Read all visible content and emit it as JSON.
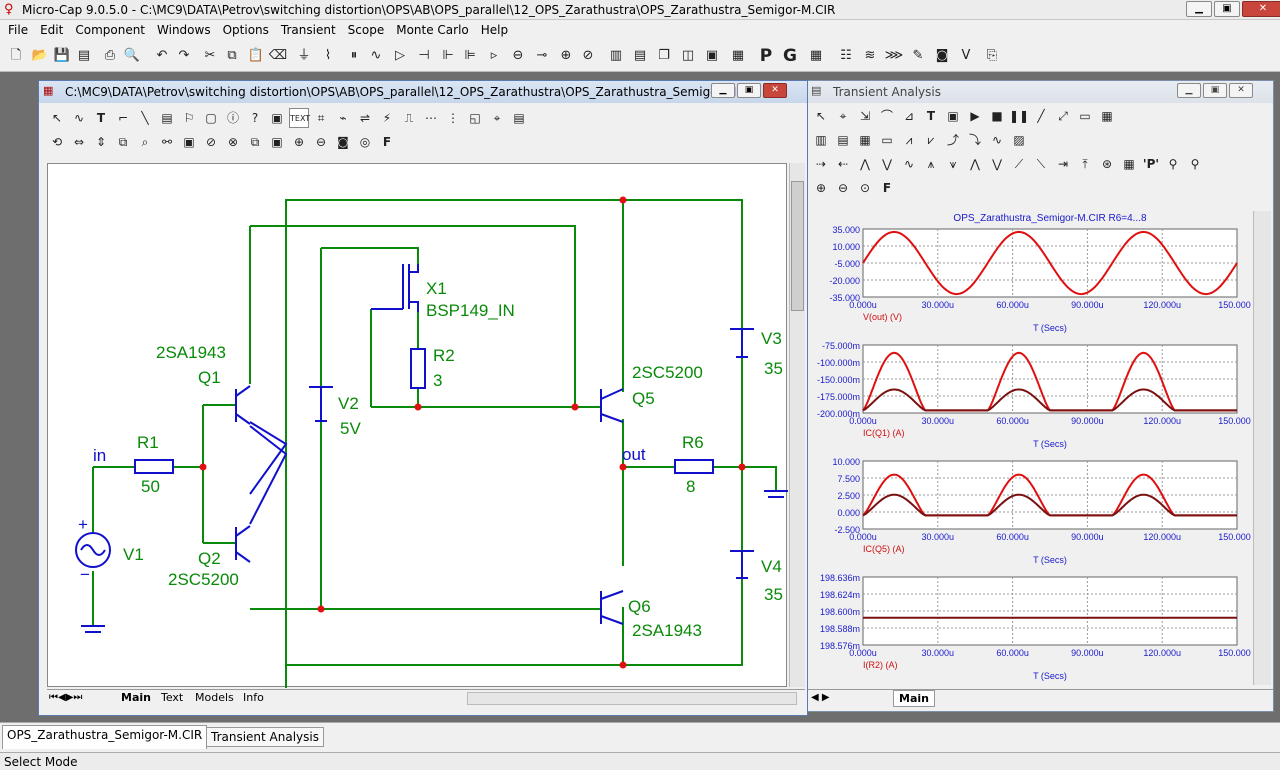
{
  "app": {
    "title": "Micro-Cap 9.0.5.0 - C:\\MC9\\DATA\\Petrov\\switching distortion\\OPS\\AB\\OPS_parallel\\12_OPS_Zarathustra\\OPS_Zarathustra_Semigor-M.CIR"
  },
  "menu": [
    "File",
    "Edit",
    "Component",
    "Windows",
    "Options",
    "Transient",
    "Scope",
    "Monte Carlo",
    "Help"
  ],
  "toolbar": {
    "p_label": "P",
    "g_label": "G"
  },
  "schematic_window": {
    "title": "C:\\MC9\\DATA\\Petrov\\switching distortion\\OPS\\AB\\OPS_parallel\\12_OPS_Zarathustra\\OPS_Zarathustra_Semigor-M.CIR",
    "text_button": "TEXT",
    "tabs": [
      "Main",
      "Text",
      "Models",
      "Info"
    ],
    "components": {
      "in_label": "in",
      "r1_name": "R1",
      "r1_value": "50",
      "v1_name": "V1",
      "q1_model": "2SA1943",
      "q1_name": "Q1",
      "q2_name": "Q2",
      "q2_model": "2SC5200",
      "v2_name": "V2",
      "v2_value": "5V",
      "x1_name": "X1",
      "x1_model": "BSP149_IN",
      "r2_name": "R2",
      "r2_value": "3",
      "q5_model": "2SC5200",
      "q5_name": "Q5",
      "out_label": "out",
      "r6_name": "R6",
      "r6_value": "8",
      "v3_name": "V3",
      "v3_value": "35",
      "v4_name": "V4",
      "v4_value": "35",
      "q6_name": "Q6",
      "q6_model": "2SA1943"
    }
  },
  "analysis_window": {
    "title": "Transient Analysis",
    "tab": "Main",
    "p_button": "'P'"
  },
  "chart_data": [
    {
      "type": "line",
      "title": "OPS_Zarathustra_Semigor-M.CIR R6=4...8",
      "ylabel": "V(out) (V)",
      "xlabel": "T (Secs)",
      "y_ticks": [
        "35.000",
        "10.000",
        "-5.000",
        "-20.000",
        "-35.000"
      ],
      "x_ticks": [
        "0.000u",
        "30.000u",
        "60.000u",
        "90.000u",
        "120.000u",
        "150.000u"
      ],
      "ylim": [
        -35,
        35
      ],
      "xlim": [
        0,
        150
      ],
      "series": [
        {
          "color": "#e01010",
          "shape": "sine",
          "amplitude": 32,
          "period": 50,
          "phase_peak": 12.5
        }
      ]
    },
    {
      "type": "line",
      "ylabel": "IC(Q1) (A)",
      "xlabel": "T (Secs)",
      "y_ticks": [
        "-75.000m",
        "-100.000m",
        "-150.000m",
        "-175.000m",
        "-200.000m"
      ],
      "x_ticks": [
        "0.000u",
        "30.000u",
        "60.000u",
        "90.000u",
        "120.000u",
        "150.000u"
      ],
      "ylim": [
        -205,
        -75
      ],
      "xlim": [
        0,
        150
      ],
      "series": [
        {
          "color": "#e01010",
          "base": -200,
          "peak": -90
        },
        {
          "color": "#7a1010",
          "base": -200,
          "peak": -160
        }
      ]
    },
    {
      "type": "line",
      "ylabel": "IC(Q5) (A)",
      "xlabel": "T (Secs)",
      "y_ticks": [
        "10.000",
        "7.500",
        "2.500",
        "0.000",
        "-2.500"
      ],
      "x_ticks": [
        "0.000u",
        "30.000u",
        "60.000u",
        "90.000u",
        "120.000u",
        "150.000u"
      ],
      "ylim": [
        -2.5,
        10
      ],
      "xlim": [
        0,
        150
      ],
      "series": [
        {
          "color": "#e01010",
          "base": 0,
          "peak": 7.5
        },
        {
          "color": "#7a1010",
          "base": 0,
          "peak": 3.8
        }
      ]
    },
    {
      "type": "line",
      "ylabel": "I(R2) (A)",
      "xlabel": "T (Secs)",
      "y_ticks": [
        "198.636m",
        "198.624m",
        "198.600m",
        "198.588m",
        "198.576m"
      ],
      "x_ticks": [
        "0.000u",
        "30.000u",
        "60.000u",
        "90.000u",
        "120.000u",
        "150.000u"
      ],
      "ylim": [
        198.576,
        198.636
      ],
      "xlim": [
        0,
        150
      ],
      "series": [
        {
          "color": "#7a1010",
          "constant": 198.6
        }
      ]
    }
  ],
  "doc_tabs": [
    "OPS_Zarathustra_Semigor-M.CIR",
    "Transient Analysis"
  ],
  "status": "Select Mode"
}
